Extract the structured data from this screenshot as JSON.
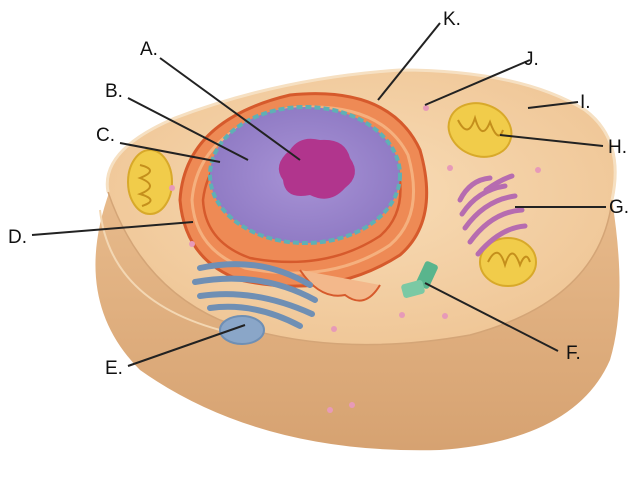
{
  "labels": {
    "a": "A.",
    "b": "B.",
    "c": "C.",
    "d": "D.",
    "e": "E.",
    "f": "F.",
    "g": "G.",
    "h": "H.",
    "i": "I.",
    "j": "J.",
    "k": "K."
  },
  "colors": {
    "background": "#ffffff",
    "cytoplasm_top": "#f4d2a8",
    "cytoplasm_side": "#e3b283",
    "membrane_edge": "#c99a6c",
    "endoplasmic_reticulum": "#e8693c",
    "nucleus": "#9a86cc",
    "nucleolus": "#b1358d",
    "nuclear_envelope": "#5fb0b5",
    "mitochondria": "#f1cc4a",
    "golgi_apparatus": "#b66cb0",
    "lysosome_vesicle": "#6f8fb4",
    "centriole": "#59b58d",
    "leader_line": "#222222"
  }
}
